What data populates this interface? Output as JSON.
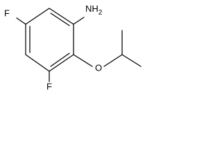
{
  "molecule": {
    "atom_labels": {
      "amine": "NH",
      "amine_subscript": "2",
      "fluorine_left": "F",
      "fluorine_bottom": "F",
      "oxygen": "O"
    }
  }
}
